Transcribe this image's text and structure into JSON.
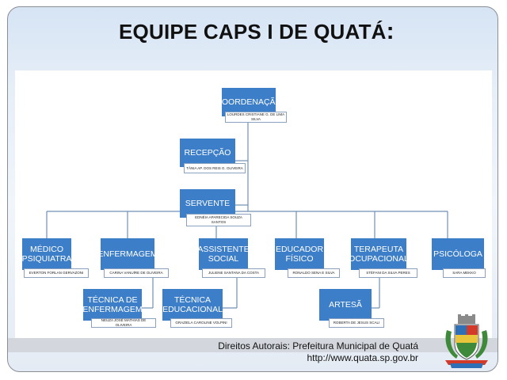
{
  "title": "EQUIPE CAPS I DE QUATÁ",
  "title_colon": ":",
  "nodes": {
    "coordenacao": {
      "role": "COORDENAÇÃO",
      "name": "LOURDES CRISTIANE G. DE LIMA SILVA"
    },
    "recepcao": {
      "role": "RECEPÇÃO",
      "name": "TÂNIA AP. DOS REIS G. OLIVEIRA"
    },
    "servente": {
      "role": "SERVENTE",
      "name": "EDNÉIA APARECIDA SOUZA SANTOS"
    },
    "medico": {
      "role": "MÉDICO PSIQUIATRA",
      "name": "EVERTON FORLAN GERVAZONI"
    },
    "enfermagem": {
      "role": "ENFERMAGEM",
      "name": "CARINA VANUÍRE DE OLIVEIRA"
    },
    "assistente": {
      "role": "ASSISTENTE SOCIAL",
      "name": "JULIENE SANTANA DA COSTA"
    },
    "educador": {
      "role": "EDUCADOR FÍSICO",
      "name": "RONALDO SENA E SILVA"
    },
    "terapeuta": {
      "role": "TERAPEUTA OCUPACIONAL",
      "name": "STÉFANI DA SILVA PERES"
    },
    "psicologa": {
      "role": "PSICÓLOGA",
      "name": "SARA MEKKO"
    },
    "tec_enfermagem": {
      "role": "TÉCNICA DE ENFERMAGEM",
      "name": "NEUZA JOSÉ MATHIAS DE OLIVEIRA"
    },
    "tec_educacional": {
      "role": "TÉCNICA EDUCACIONAL",
      "name": "GRAZIELA CAROLINE VOLPINI"
    },
    "artesa": {
      "role": "ARTESÃ",
      "name": "ROBERTA DE JESUS SCALI"
    }
  },
  "footer": {
    "copyright": "Direitos Autorais: Prefeitura Municipal de Quatá",
    "url": "http://www.quata.sp.gov.br"
  },
  "colors": {
    "box": "#3d7ec8",
    "line": "#6f8fb5"
  },
  "emblem_icon": "municipal-coat-of-arms"
}
